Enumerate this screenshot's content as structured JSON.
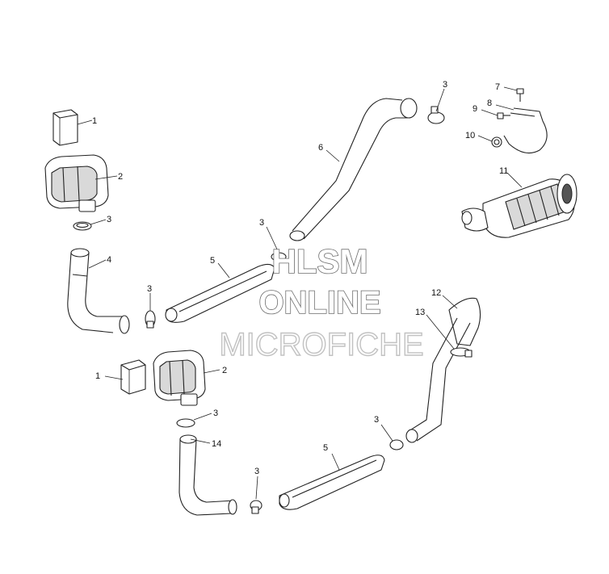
{
  "watermark": {
    "line1": "HLSM",
    "line2": "ONLINE",
    "line3": "MICROFICHE"
  },
  "callouts": {
    "c1a": "1",
    "c1b": "1",
    "c2a": "2",
    "c2b": "2",
    "c3a": "3",
    "c3b": "3",
    "c3c": "3",
    "c3d": "3",
    "c3e": "3",
    "c3f": "3",
    "c3g": "3",
    "c4": "4",
    "c5a": "5",
    "c5b": "5",
    "c6": "6",
    "c7": "7",
    "c8": "8",
    "c9": "9",
    "c10": "10",
    "c11": "11",
    "c12": "12",
    "c13": "13",
    "c14": "14"
  }
}
